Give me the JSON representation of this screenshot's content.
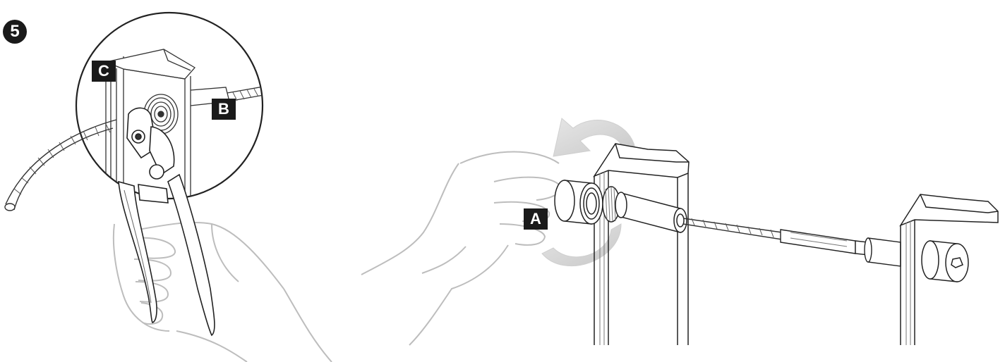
{
  "step": {
    "number": "5"
  },
  "callouts": {
    "a": "A",
    "b": "B",
    "c": "C"
  },
  "colors": {
    "line": "#222222",
    "hand": "#bdbdbd",
    "arrow": "#d4d4d4",
    "badge": "#1a1a1a"
  }
}
